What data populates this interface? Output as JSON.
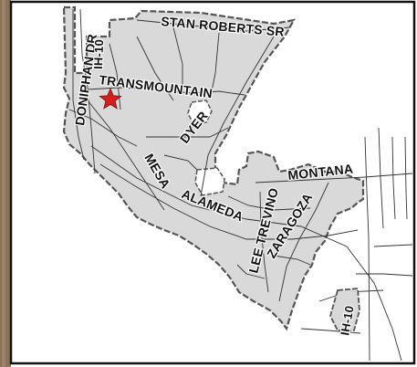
{
  "colors": {
    "frame": "#111111",
    "city_fill": "#d9d9d9",
    "city_outline": "#555555",
    "road": "#333333",
    "photo_strip": "#8a7358",
    "marker": "#d21f1f"
  },
  "marker": {
    "icon": "star-marker-icon"
  },
  "labels": {
    "stan_roberts": "STAN ROBERTS SR",
    "doniphan": "DONIPHAN DR",
    "ih10_north": "IH-10",
    "transmountain": "TRANSMOUNTAIN",
    "dyer": "DYER",
    "mesa": "MESA",
    "montana": "MONTANA",
    "alameda": "ALAMEDA",
    "lee_trevino": "LEE TREVINO",
    "zaragoza": "ZARAGOZA",
    "ih10_south": "IH-10"
  }
}
